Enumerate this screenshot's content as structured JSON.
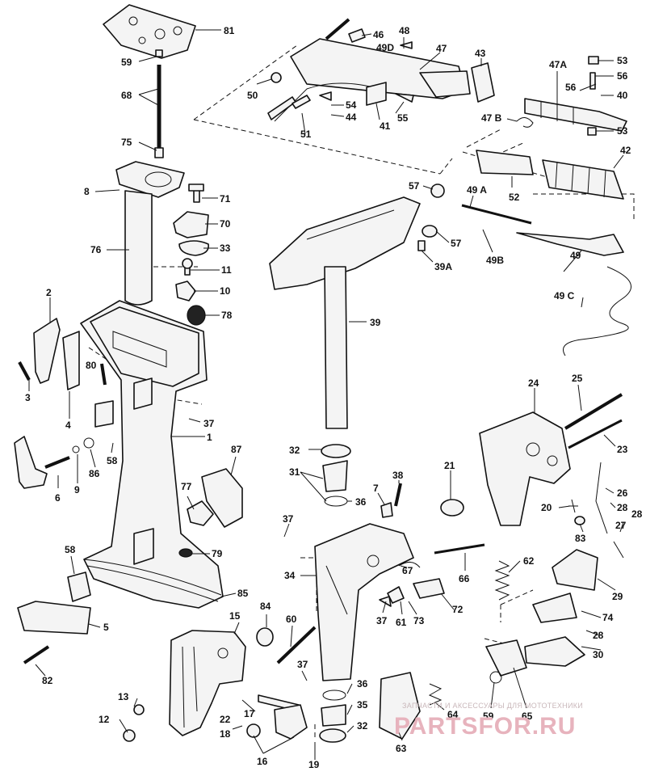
{
  "diagram": {
    "part_numbers": {
      "p81": "81",
      "p59": "59",
      "p68": "68",
      "p75": "75",
      "p8": "8",
      "p76": "76",
      "p71": "71",
      "p70": "70",
      "p33": "33",
      "p11": "11",
      "p10": "10",
      "p78": "78",
      "p2": "2",
      "p3": "3",
      "p4": "4",
      "p80": "80",
      "p37a": "37",
      "p1": "1",
      "p6": "6",
      "p9": "9",
      "p86": "86",
      "p58a": "58",
      "p87": "87",
      "p77": "77",
      "p79": "79",
      "p58b": "58",
      "p85": "85",
      "p5": "5",
      "p82": "82",
      "p84": "84",
      "p60": "60",
      "p15": "15",
      "p37b": "37",
      "p13": "13",
      "p12": "12",
      "p22": "22",
      "p17": "17",
      "p18": "18",
      "p16": "16",
      "p19": "19",
      "p46": "46",
      "p49d": "49D",
      "p48": "48",
      "p47": "47",
      "p43": "43",
      "p50": "50",
      "p54": "54",
      "p44": "44",
      "p51": "51",
      "p41": "41",
      "p55": "55",
      "p47a": "47A",
      "p53a": "53",
      "p56a": "56",
      "p56b": "56",
      "p40": "40",
      "p47b": "47 B",
      "p53b": "53",
      "p42": "42",
      "p57a": "57",
      "p57b": "57",
      "p39a": "39A",
      "p52": "52",
      "p49a": "49 A",
      "p49b": "49B",
      "p49": "49",
      "p49c": "49 C",
      "p39": "39",
      "p32a": "32",
      "p31": "31",
      "p36a": "36",
      "p38": "38",
      "p7": "7",
      "p37c": "37",
      "p34": "34",
      "p67": "67",
      "p66": "66",
      "p37d": "37",
      "p61": "61",
      "p73": "73",
      "p72": "72",
      "p36b": "36",
      "p35": "35",
      "p32b": "32",
      "p63": "63",
      "p64": "64",
      "p24": "24",
      "p25": "25",
      "p23": "23",
      "p21": "21",
      "p26": "26",
      "p20": "20",
      "p28a": "28",
      "p83": "83",
      "p28b": "28",
      "p27": "27",
      "p62": "62",
      "p29": "29",
      "p74": "74",
      "p28c": "28",
      "p30": "30",
      "p59b": "59",
      "p65": "65"
    }
  },
  "watermark": {
    "subtitle": "ЗАПЧАСТИ И АКСЕССУАРЫ ДЛЯ МОТОТЕХНИКИ",
    "brand": "PARTSFOR.RU"
  }
}
